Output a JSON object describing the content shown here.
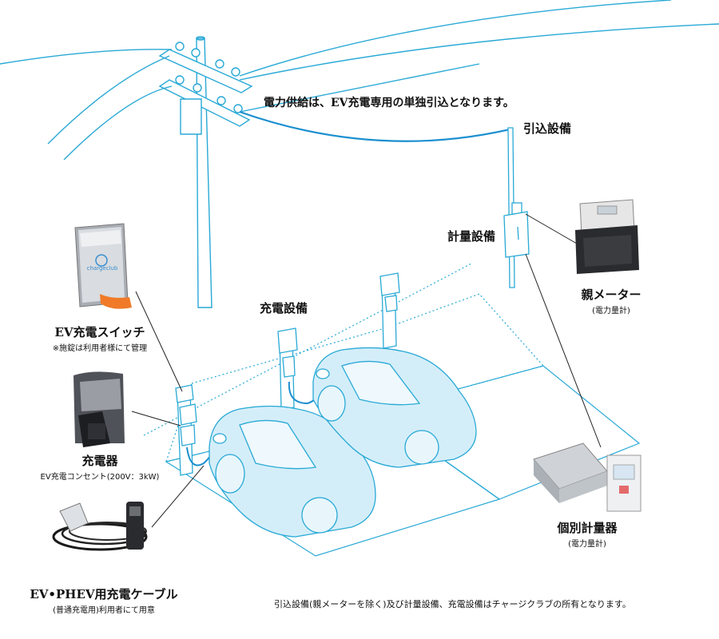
{
  "colors": {
    "line_blue": "#29a9d6",
    "car_fill": "#d4eef9",
    "wire_blue": "#1b8fd0",
    "dark": "#222222"
  },
  "header_note": "電力供給は、EV充電専用の単独引込となります。",
  "labels": {
    "service_drop": "引込設備",
    "metering": "計量設備",
    "parent_meter": "親メーター",
    "parent_meter_sub": "(電力量計)",
    "charging_equipment": "充電設備",
    "ev_switch": "EV充電スイッチ",
    "ev_switch_sub": "※施錠は利用者様にて管理",
    "charger": "充電器",
    "charger_sub": "EV充電コンセント(200V：3kW)",
    "cable": "EV•PHEV用充電ケーブル",
    "cable_sub": "(普通充電用)利用者にて用意",
    "individual_meter": "個別計量器",
    "individual_meter_sub": "(電力量計)",
    "switch_brand": "chargeclub"
  },
  "footer_note": "引込設備(親メーターを除く)及び計量設備、充電設備はチャージクラブの所有となります。",
  "icons": [
    "utility-pole-icon",
    "ev-switch-box-icon",
    "charger-unit-icon",
    "charging-cable-icon",
    "electric-meter-icon",
    "individual-meter-icon",
    "ev-car-icon"
  ]
}
